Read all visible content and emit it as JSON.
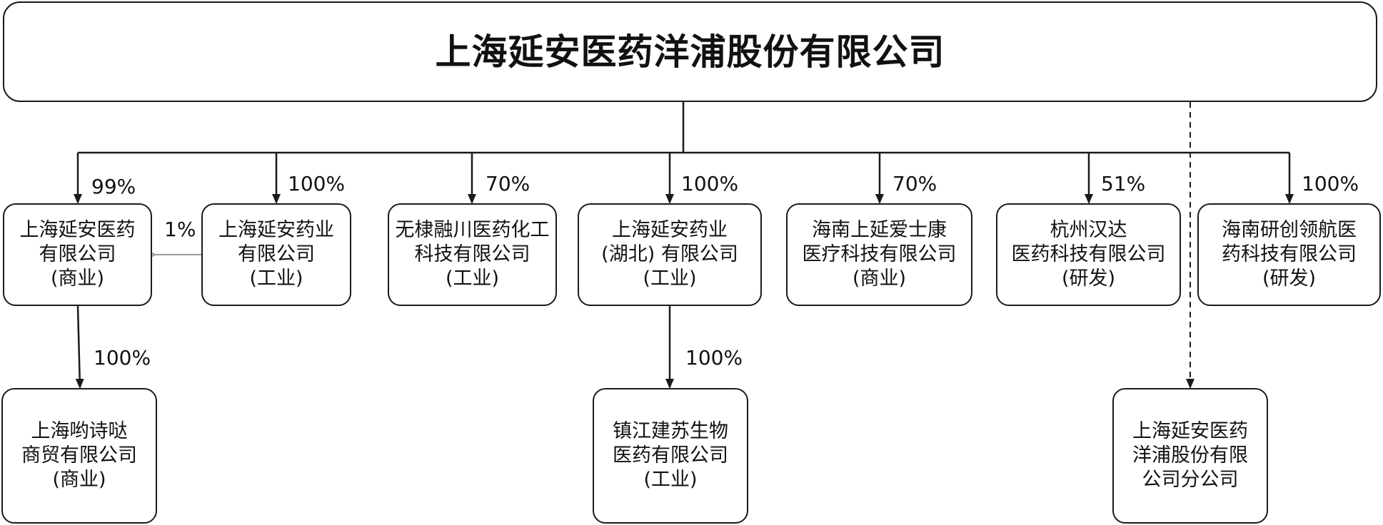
{
  "root": {
    "name": "上海延安医药洋浦股份有限公司"
  },
  "companies": [
    {
      "lines": [
        "上海延安医药",
        "有限公司",
        "(商业)"
      ],
      "share": "99%"
    },
    {
      "lines": [
        "上海延安药业",
        "有限公司",
        "(工业)"
      ],
      "share": "100%",
      "cross_share": "1%"
    },
    {
      "lines": [
        "无棣融川医药化工",
        "科技有限公司",
        "(工业)"
      ],
      "share": "70%"
    },
    {
      "lines": [
        "上海延安药业",
        "(湖北) 有限公司",
        "(工业)"
      ],
      "share": "100%"
    },
    {
      "lines": [
        "海南上延爱士康",
        "医疗科技有限公司",
        "(商业)"
      ],
      "share": "70%"
    },
    {
      "lines": [
        "杭州汉达",
        "医药科技有限公司",
        "(研发)"
      ],
      "share": "51%"
    },
    {
      "lines": [
        "海南研创领航医",
        "药科技有限公司",
        "(研发)"
      ],
      "share": "100%"
    }
  ],
  "subsidiaries": [
    {
      "lines": [
        "上海哟诗哒",
        "商贸有限公司",
        "(商业)"
      ],
      "share": "100%"
    },
    {
      "lines": [
        "镇江建苏生物",
        "医药有限公司",
        "(工业)"
      ],
      "share": "100%"
    }
  ],
  "branch": {
    "lines": [
      "上海延安医药",
      "洋浦股份有限",
      "公司分公司"
    ]
  }
}
